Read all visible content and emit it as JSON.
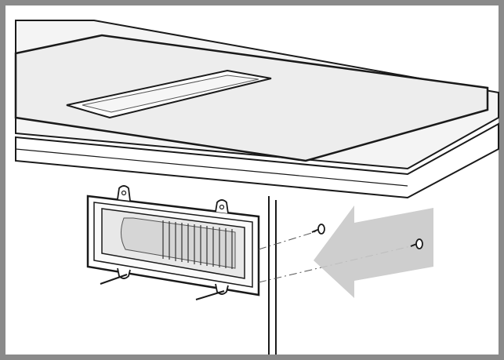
{
  "figure": {
    "type": "installation-diagram",
    "colors": {
      "line": "#1a1a1a",
      "frame": "#8a8a8a",
      "worktop": "#f2f2f2",
      "arrow": "#c9c9c9",
      "duct_shading": "#e4e4e4"
    },
    "parts": [
      "cooktop-with-downdraft-vent",
      "worktop",
      "cabinet",
      "duct-outlet-frame",
      "mounting-screws",
      "insertion-arrow"
    ]
  }
}
